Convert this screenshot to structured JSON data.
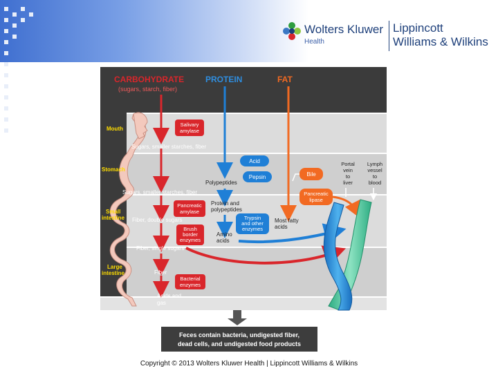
{
  "header": {
    "brand_name": "Wolters Kluwer",
    "brand_sub": "Health",
    "partner_line1": "Lippincott",
    "partner_line2": "Williams & Wilkins"
  },
  "diagram": {
    "columns": {
      "carb": "CARBOHYDRATE",
      "carb_sub": "(sugars, starch, fiber)",
      "protein": "PROTEIN",
      "fat": "FAT"
    },
    "regions": {
      "mouth": "Mouth",
      "stomach": "Stomach",
      "small1": "Small",
      "small2": "intestine",
      "large1": "Large",
      "large2": "intestine"
    },
    "carb_steps": {
      "sugars1": "Sugars, smaller starches, fiber",
      "sugars2": "Sugars, smaller starches, fiber",
      "fiber_double": "Fiber, double sugars",
      "fiber_single": "Fiber, single sugars",
      "fiber": "Fiber",
      "acids1": "Acids and",
      "acids2": "gas"
    },
    "enzymes": {
      "salivary1": "Salivary",
      "salivary2": "amylase",
      "pancreatic_amylase1": "Pancreatic",
      "pancreatic_amylase2": "amylase",
      "brush1": "Brush",
      "brush2": "border",
      "brush3": "enzymes",
      "bacterial1": "Bacterial",
      "bacterial2": "enzymes",
      "acid": "Acid",
      "pepsin": "Pepsin",
      "trypsin1": "Trypsin",
      "trypsin2": "and other",
      "trypsin3": "enzymes",
      "bile": "Bile",
      "pancreatic_lipase1": "Pancreatic",
      "pancreatic_lipase2": "lipase"
    },
    "protein_steps": {
      "polypeptides": "Polypeptides",
      "protein_poly1": "Protein and",
      "protein_poly2": "polypeptides",
      "amino1": "Amino",
      "amino2": "acids"
    },
    "fat_steps": {
      "fatty1": "Most fatty",
      "fatty2": "acids"
    },
    "vessels": {
      "portal1": "Portal",
      "portal2": "vein",
      "portal3": "to",
      "portal4": "liver",
      "lymph1": "Lymph",
      "lymph2": "vessel",
      "lymph3": "to",
      "lymph4": "blood"
    },
    "feces1": "Feces contain bacteria, undigested fiber,",
    "feces2": "dead cells, and undigested food products"
  },
  "copyright": "Copyright © 2013 Wolters Kluwer Health | Lippincott Williams & Wilkins",
  "colors": {
    "carb": "#d9262b",
    "protein": "#1f7fd6",
    "fat": "#f26a22",
    "vein": "#2a8fd6",
    "lymph": "#45c69a",
    "panel_dark": "#3d3d3d"
  }
}
